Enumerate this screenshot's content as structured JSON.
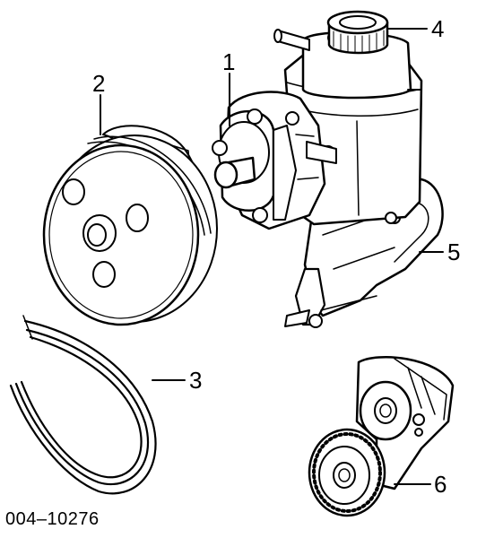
{
  "callouts": {
    "pump": "1",
    "pulley": "2",
    "belt": "3",
    "reservoir": "4",
    "bracket": "5",
    "tensioner": "6"
  },
  "diagram_code": "004–10276"
}
